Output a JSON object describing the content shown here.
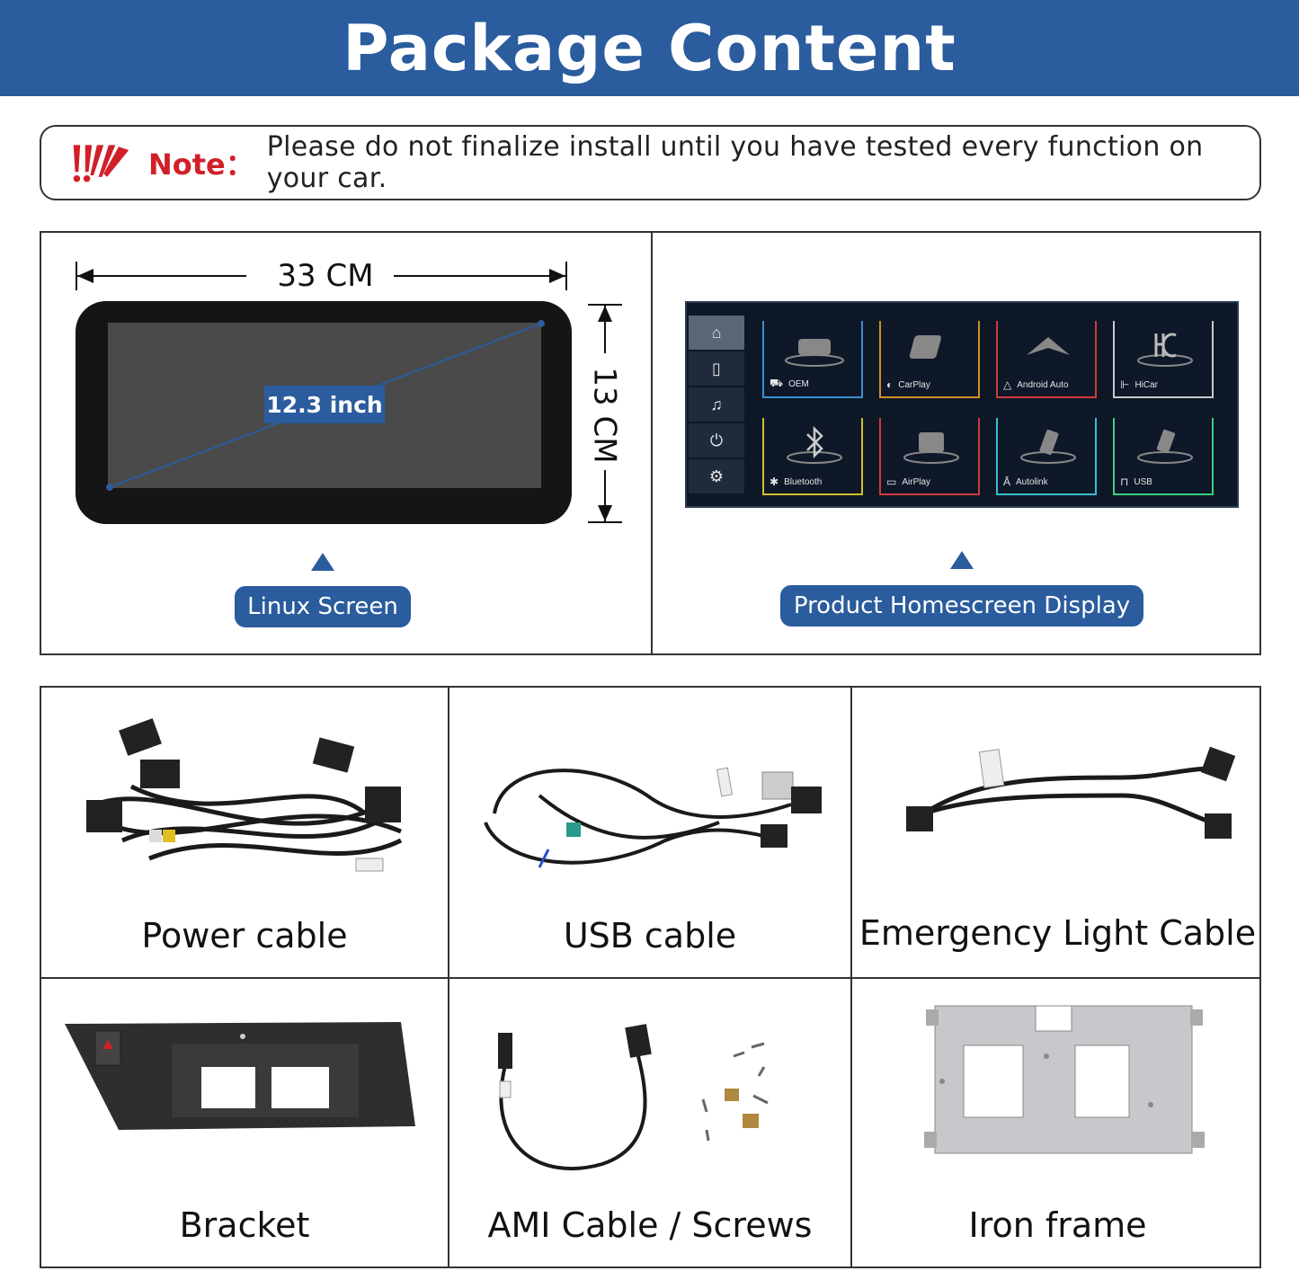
{
  "header": {
    "title": "Package Content"
  },
  "note": {
    "label": "Note：",
    "text": "Please do not finalize install until you have tested every function on your car.",
    "icon": "warning-strokes-icon",
    "label_color": "#d0202a"
  },
  "screen": {
    "width_label": "33 CM",
    "height_label": "13 CM",
    "diagonal_label": "12.3 inch",
    "caption": "Linux Screen"
  },
  "homescreen": {
    "caption": "Product Homescreen Display",
    "sidebar": [
      "home-icon",
      "phone-link-icon",
      "music-icon",
      "power-icon",
      "settings-icon"
    ],
    "tiles": [
      {
        "label": "OEM",
        "icon": "car-icon",
        "color": "#3a8fd0"
      },
      {
        "label": "CarPlay",
        "icon": "carplay-icon",
        "color": "#d0902a"
      },
      {
        "label": "Android Auto",
        "icon": "android-auto-icon",
        "color": "#d03a3a"
      },
      {
        "label": "HiCar",
        "icon": "hicar-icon",
        "color": "#c9c9c9"
      },
      {
        "label": "Bluetooth",
        "icon": "bluetooth-icon",
        "color": "#d0c02a"
      },
      {
        "label": "AirPlay",
        "icon": "airplay-icon",
        "color": "#d03a3a"
      },
      {
        "label": "Autolink",
        "icon": "autolink-icon",
        "color": "#3ac0d0"
      },
      {
        "label": "USB",
        "icon": "usb-icon",
        "color": "#3ad07a"
      }
    ]
  },
  "items": [
    {
      "label": "Power cable"
    },
    {
      "label": "USB cable"
    },
    {
      "label": "Emergency Light Cable"
    },
    {
      "label": "Bracket"
    },
    {
      "label": "AMI Cable / Screws"
    },
    {
      "label": "Iron frame"
    }
  ],
  "colors": {
    "brand": "#2a5c9e",
    "note_red": "#d0202a"
  }
}
